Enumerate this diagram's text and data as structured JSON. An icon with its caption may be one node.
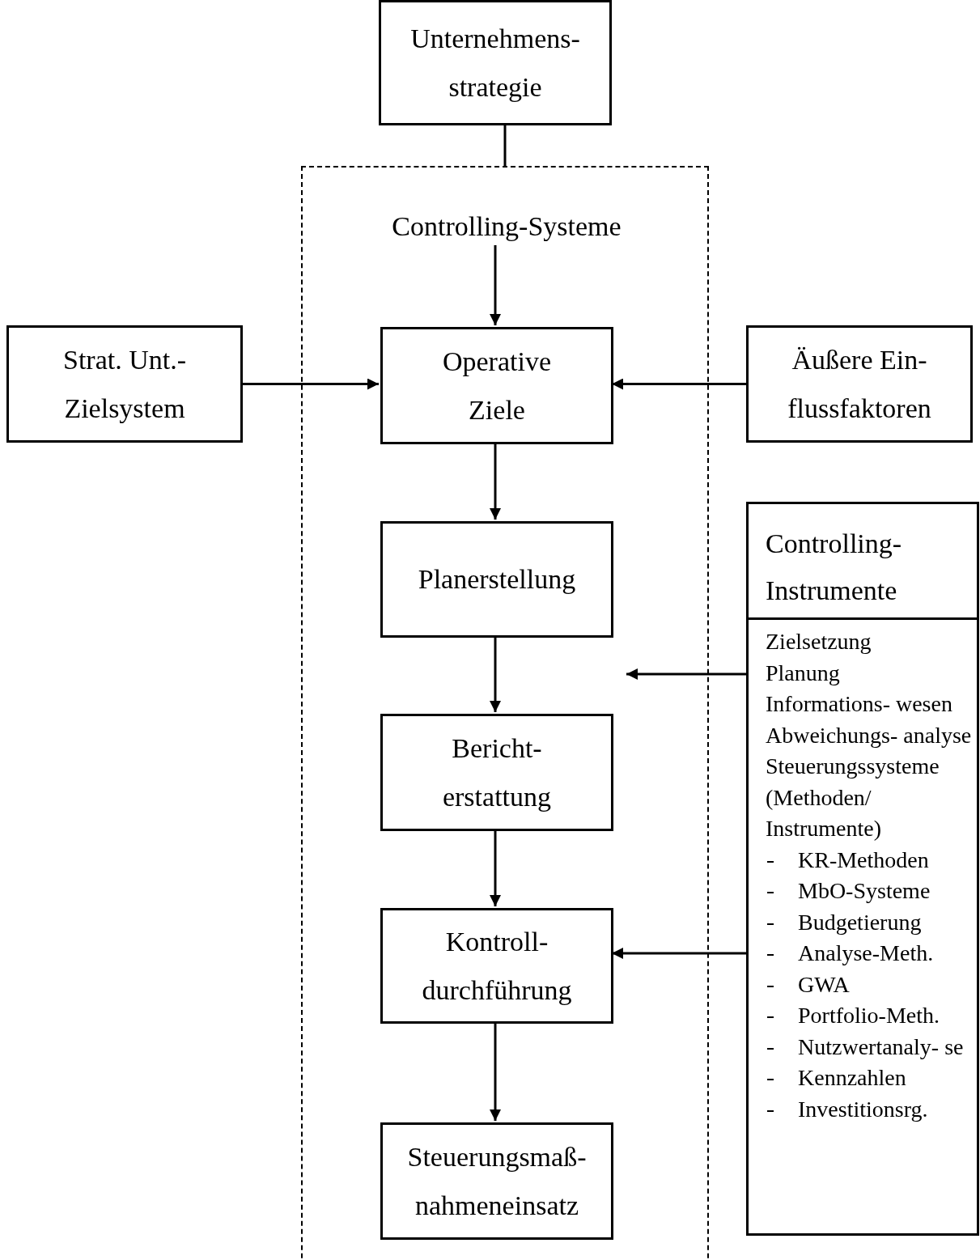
{
  "diagram": {
    "nodes": [
      {
        "text": [
          "Unternehmens- strategie"
        ]
      },
      {
        "text": [],
        "shape": "box"
      },
      {
        "text": [
          "Controlling-Systeme"
        ],
        "in": 1
      },
      {
        "text": [
          "Strat. Unt.- Zielsystem"
        ]
      },
      {
        "text": [
          "Operative Ziele"
        ],
        "in": 1
      },
      {
        "text": [
          "Äußere Ein- flussfaktoren"
        ]
      },
      {
        "text": [
          "Planerstellung"
        ],
        "in": 1
      },
      {
        "text": [
          "Controlling- Instrumente",
          "Zielsetzung",
          "Planung",
          "Informations- wesen",
          "Abweichungs- analyse",
          "Steuerungssysteme (Methoden/ Instrumente)",
          "KR-Methoden",
          "MbO-Systeme",
          "Budgetierung",
          "Analyse-Meth.",
          "GWA",
          "Portfolio-Meth.",
          "Nutzwertanaly- se",
          "Kennzahlen",
          "Investitionsrg."
        ]
      },
      {
        "text": [
          "Bericht- erstattung"
        ],
        "in": 1
      },
      {
        "text": [
          "Kontroll- durchführung"
        ],
        "in": 1
      },
      {
        "text": [
          "Steuerungsmaß- nahmeneinsatz"
        ],
        "in": 1
      }
    ],
    "edges": [
      {
        "from": 0,
        "to": 1,
        "arrow": "none"
      },
      {
        "from": 2,
        "to": 4,
        "arrow": "to"
      },
      {
        "from": 3,
        "to": 4,
        "arrow": "to"
      },
      {
        "from": 5,
        "to": 4,
        "arrow": "to"
      },
      {
        "from": 4,
        "to": 6,
        "arrow": "to"
      },
      {
        "from": 6,
        "to": 8,
        "arrow": "to"
      },
      {
        "from": 8,
        "to": 9,
        "arrow": "to"
      },
      {
        "from": 9,
        "to": 10,
        "arrow": "to"
      },
      {
        "from": 7,
        "to": null,
        "arrow": "to"
      },
      {
        "from": 7,
        "to": 9,
        "arrow": "to"
      }
    ]
  }
}
